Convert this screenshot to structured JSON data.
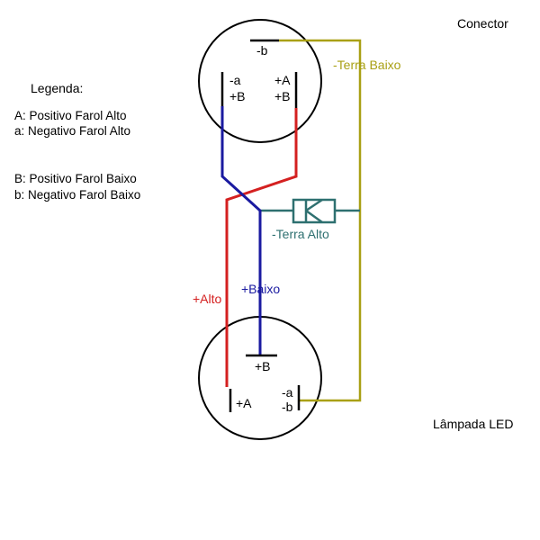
{
  "diagram": {
    "connector_title": "Conector",
    "lamp_title": "Lâmpada LED",
    "legend": {
      "title": "Legenda:",
      "items": [
        "A: Positivo Farol Alto",
        "a: Negativo Farol Alto",
        "B: Positivo Farol Baixo",
        "b: Negativo Farol Baixo"
      ]
    },
    "connector_pins": {
      "top": "-b",
      "left_line1": "-a",
      "left_line2": "+B",
      "right_line1": "+A",
      "right_line2": "+B"
    },
    "lamp_pins": {
      "top": "+B",
      "left": "+A",
      "right_line1": "-a",
      "right_line2": "-b"
    },
    "wires": {
      "terra_baixo": "-Terra Baixo",
      "terra_alto": "-Terra Alto",
      "alto": "+Alto",
      "baixo": "+Baixo"
    },
    "colors": {
      "red": "#d42020",
      "blue": "#1a1aa0",
      "olive": "#a9a014",
      "teal": "#2e7070",
      "black": "#000000"
    }
  }
}
